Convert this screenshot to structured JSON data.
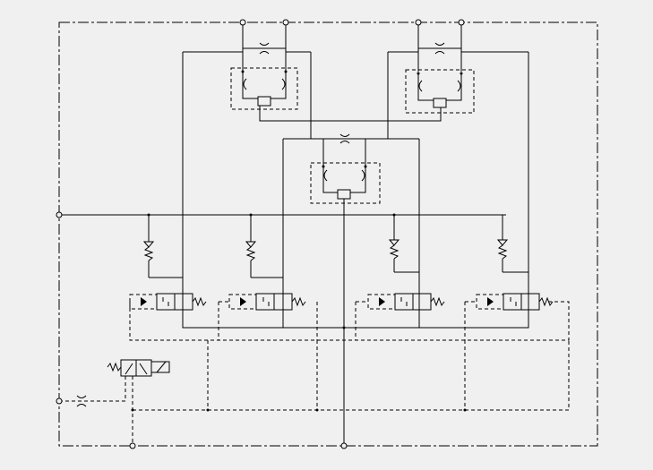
{
  "diagram": {
    "type": "hydraulic-schematic",
    "background": "#f0f0f0",
    "line_color": "#000000",
    "components": {
      "directional_valves": 4,
      "check_valves": 4,
      "flow_dividers": 3,
      "orifices": 4,
      "pilot_valve": 1
    }
  }
}
